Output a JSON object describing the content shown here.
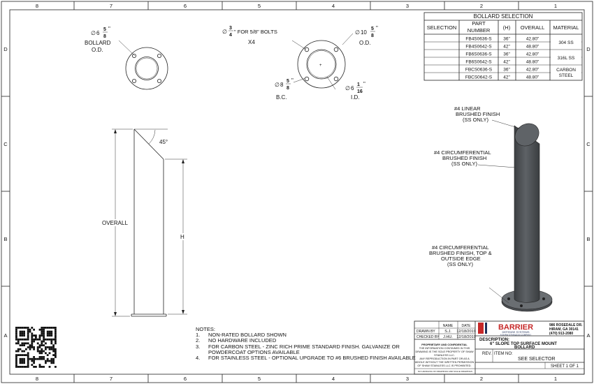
{
  "border": {
    "columns": [
      "8",
      "7",
      "6",
      "5",
      "4",
      "3",
      "2",
      "1"
    ],
    "rows": [
      "D",
      "C",
      "B",
      "A"
    ]
  },
  "plan_view": {
    "bollard_od": {
      "prefix": "∅",
      "whole": "6",
      "num": "5",
      "den": "8",
      "unit": "\"",
      "label1": "BOLLARD",
      "label2": "O.D."
    },
    "bolt_hole": {
      "prefix": "∅",
      "num": "3",
      "den": "4",
      "text": "\" FOR 5/8\" BOLTS",
      "qty": "X4"
    },
    "base_od": {
      "prefix": "∅",
      "whole": "10",
      "num": "5",
      "den": "8",
      "unit": "\"",
      "label": "O.D."
    },
    "bc": {
      "prefix": "∅",
      "whole": "8",
      "num": "5",
      "den": "8",
      "unit": "\"",
      "label": "B.C."
    },
    "id": {
      "prefix": "∅",
      "whole": "6",
      "num": "1",
      "den": "16",
      "unit": "\"",
      "label": "I.D."
    }
  },
  "elevation": {
    "angle": "45°",
    "overall": "OVERALL",
    "h": "H"
  },
  "iso": {
    "callout1": [
      "#4 LINEAR",
      "BRUSHED FINISH",
      "(SS ONLY)"
    ],
    "callout2": [
      "#4 CIRCUMFERENTIAL",
      "BRUSHED FINISH",
      "(SS ONLY)"
    ],
    "callout3": [
      "#4 CIRCUMFERENTIAL",
      "BRUSHED FINISH, TOP &",
      "OUTSIDE EDGE",
      "(SS ONLY)"
    ]
  },
  "selection_table": {
    "title": "BOLLARD SELECTION",
    "headers": [
      "SELECTION",
      "PART NUMBER",
      "(H)",
      "OVERALL",
      "MATERIAL"
    ],
    "rows": [
      [
        "FB4S0636-S",
        "36\"",
        "42.80\""
      ],
      [
        "FB4S0642-S",
        "42\"",
        "48.80\""
      ],
      [
        "FB6S0636-S",
        "36\"",
        "42.80\""
      ],
      [
        "FB6S0642-S",
        "42\"",
        "48.80\""
      ],
      [
        "FBCS0636-S",
        "36\"",
        "42.80\""
      ],
      [
        "FBCS0642-S",
        "42\"",
        "48.80\""
      ]
    ],
    "materials": [
      "304 SS",
      "316L SS",
      "CARBON STEEL"
    ]
  },
  "notes": {
    "heading": "NOTES:",
    "items": [
      [
        "1.",
        "NON-RATED BOLLARD SHOWN"
      ],
      [
        "2.",
        "NO HARDWARE INCLUDED"
      ],
      [
        "3.",
        "FOR CARBON STEEL - ZINC RICH PRIME STANDARD FINISH. GALVANIZE OR POWDERCOAT OPTIONS AVAILABLE"
      ],
      [
        "4.",
        "FOR STAINLESS STEEL - OPTIONAL UPGRADE TO #6 BRUSHED FINISH AVAILABLE"
      ]
    ]
  },
  "title_block": {
    "name_hdr": "NAME",
    "date_hdr": "DATE",
    "drawn_by": "DRAWN BY",
    "drawn_name": "S.J.",
    "drawn_date": "12/18/2019",
    "checked_by": "CHECKED BY",
    "checked_name": "J.HU.",
    "checked_date": "12/18/2019",
    "proprietary": [
      "PROPRIETARY AND CONFIDENTIAL",
      "THE INFORMATION CONTAINED IN THIS",
      "DRAWING IS THE SOLE PROPERTY OF SHAW",
      "STAINLESS LLC.",
      "ANY REPRODUCTION IN PART OR AS A",
      "WHOLE WITHOUT THE WRITTEN PERMISSION",
      "OF SHAW STAINLESS LLC IS PROHIBITED."
    ],
    "logo_main": "BARRIER",
    "logo_sub": "DEFENSE SYSTEMS",
    "logo_tag": "A SHAW STAINLESS COMPANY",
    "address": [
      "986 ROSEDALE DR.",
      "HIRAM, GA 30141",
      "(470) 913-2080"
    ],
    "description_label": "DESCRIPTION:",
    "description": [
      "6\" SLOPE TOP SURFACE MOUNT",
      "BOLLARD"
    ],
    "rev": "REV.",
    "item_no": "ITEM NO:",
    "see_selector": "SEE SELECTOR",
    "sheet": "SHEET 1 OF 1",
    "footnote": "NO HANDLING OF DRAWINGS AND SCALE DRAWINGS"
  },
  "colors": {
    "steel_dark": "#4a4d50",
    "steel_mid": "#5c6064",
    "steel_light": "#8a8e92",
    "logo_red": "#c62828",
    "logo_blue": "#1f2f5a"
  }
}
